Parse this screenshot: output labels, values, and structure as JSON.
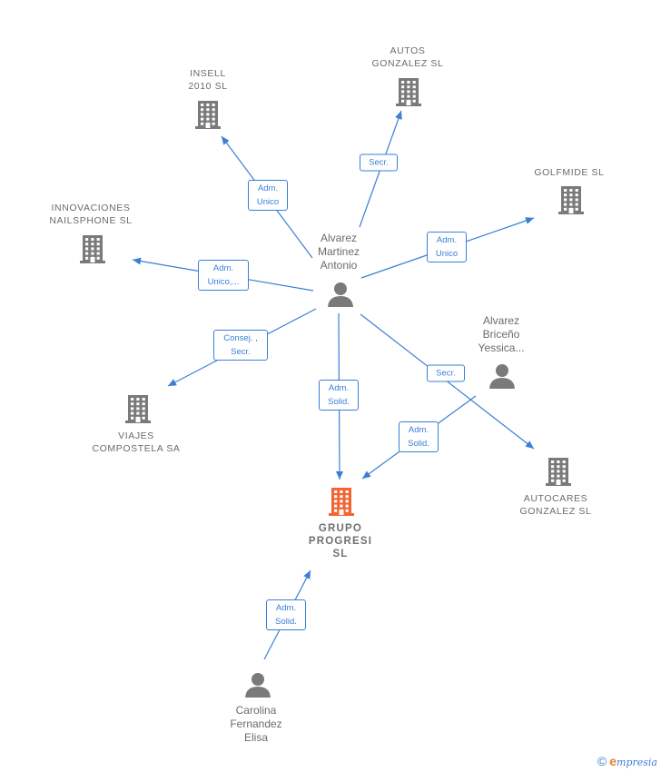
{
  "colors": {
    "edge": "#3a7fd5",
    "company_icon": "#7a7a7a",
    "main_company_icon": "#f26533",
    "person_icon": "#7a7a7a",
    "label_text": "#6b6b6b"
  },
  "nodes": {
    "insell": {
      "label": "INSELL\n2010 SL",
      "type": "company"
    },
    "autos_gonzalez": {
      "label": "AUTOS\nGONZALEZ SL",
      "type": "company"
    },
    "golfmide": {
      "label": "GOLFMIDE  SL",
      "type": "company"
    },
    "innovaciones": {
      "label": "INNOVACIONES\nNAILSPHONE SL",
      "type": "company"
    },
    "alvarez_martinez": {
      "label": "Alvarez\nMartinez\nAntonio",
      "type": "person"
    },
    "alvarez_briceno": {
      "label": "Alvarez\nBriceño\nYessica...",
      "type": "person"
    },
    "viajes": {
      "label": "VIAJES\nCOMPOSTELA SA",
      "type": "company"
    },
    "grupo_progresi": {
      "label": "GRUPO\nPROGRESI\nSL",
      "type": "main-company"
    },
    "autocares": {
      "label": "AUTOCARES\nGONZALEZ  SL",
      "type": "company"
    },
    "carolina": {
      "label": "Carolina\nFernandez\nElisa",
      "type": "person"
    }
  },
  "edges": {
    "to_insell": {
      "label": "Adm.\nUnico"
    },
    "to_autos": {
      "label": "Secr."
    },
    "to_golfmide": {
      "label": "Adm.\nUnico"
    },
    "to_innovaciones": {
      "label": "Adm.\nUnico,..."
    },
    "to_viajes": {
      "label": "Consej. ,\nSecr."
    },
    "to_grupo_from_alvarez": {
      "label": "Adm.\nSolid."
    },
    "to_autocares": {
      "label": "Secr."
    },
    "to_grupo_from_briceno": {
      "label": "Adm.\nSolid."
    },
    "to_grupo_from_carolina": {
      "label": "Adm.\nSolid."
    }
  },
  "footer": {
    "copyright": "©",
    "brand_initial": "e",
    "brand_rest": "mpresia"
  }
}
